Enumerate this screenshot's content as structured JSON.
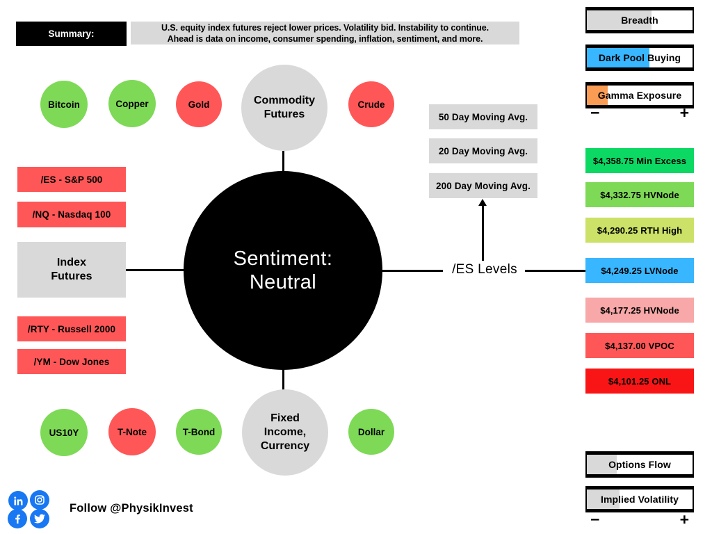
{
  "summary": {
    "label": "Summary:",
    "line1": "U.S. equity index futures reject lower prices. Volatility bid. Instability to continue.",
    "line2": "Ahead is data on income, consumer spending, inflation, sentiment, and more."
  },
  "center_circle": {
    "line1": "Sentiment:",
    "line2": "Neutral"
  },
  "commodities": {
    "hub": "Commodity Futures",
    "hub_color": "#d9d9d9",
    "items": [
      {
        "label": "Bitcoin",
        "color": "#7ED957"
      },
      {
        "label": "Copper",
        "color": "#7ED957"
      },
      {
        "label": "Gold",
        "color": "#FF5757"
      },
      {
        "label": "Crude",
        "color": "#FF5757"
      }
    ]
  },
  "index_futures": {
    "hub": "Index Futures",
    "hub_color": "#d9d9d9",
    "items": [
      {
        "label": "/ES - S&P 500",
        "color": "#FF5757"
      },
      {
        "label": "/NQ - Nasdaq 100",
        "color": "#FF5757"
      },
      {
        "label": "/RTY - Russell 2000",
        "color": "#FF5757"
      },
      {
        "label": "/YM - Dow Jones",
        "color": "#FF5757"
      }
    ]
  },
  "fixed_income": {
    "hub": "Fixed Income, Currency",
    "hub_color": "#d9d9d9",
    "items": [
      {
        "label": "US10Y",
        "color": "#7ED957"
      },
      {
        "label": "T-Note",
        "color": "#FF5757"
      },
      {
        "label": "T-Bond",
        "color": "#7ED957"
      },
      {
        "label": "Dollar",
        "color": "#7ED957"
      }
    ]
  },
  "es_levels": {
    "label": "/ES Levels",
    "moving_averages": [
      "50 Day Moving Avg.",
      "20 Day Moving Avg.",
      "200 Day Moving Avg."
    ],
    "moving_avg_color": "#d9d9d9",
    "levels": [
      {
        "label": "$4,358.75 Min Excess",
        "color": "#0CD964"
      },
      {
        "label": "$4,332.75 HVNode",
        "color": "#7ED957"
      },
      {
        "label": "$4,290.25 RTH High",
        "color": "#CBE167"
      },
      {
        "label": "$4,249.25 LVNode",
        "color": "#38B6FF"
      },
      {
        "label": "$4,177.25 HVNode",
        "color": "#F8A8A8"
      },
      {
        "label": "$4,137.00 VPOC",
        "color": "#FF5757"
      },
      {
        "label": "$4,101.25 ONL",
        "color": "#F91515"
      }
    ]
  },
  "gauges": {
    "minus": "−",
    "plus": "+",
    "top": [
      {
        "label": "Breadth",
        "fill_percent": 61,
        "color": "#d9d9d9"
      },
      {
        "label": "Dark Pool Buying",
        "fill_percent": 59,
        "color": "#38B6FF"
      },
      {
        "label": "Gamma Exposure",
        "fill_percent": 20,
        "color": "#FB9C54"
      }
    ],
    "bottom": [
      {
        "label": "Options Flow",
        "fill_percent": 28,
        "color": "#d9d9d9"
      },
      {
        "label": "Implied Volatility",
        "fill_percent": 31,
        "color": "#d9d9d9"
      }
    ]
  },
  "footer": {
    "follow_text": "Follow @PhysikInvest",
    "social_color": "#1877f2",
    "social": [
      "linkedin",
      "instagram",
      "facebook",
      "twitter"
    ]
  }
}
